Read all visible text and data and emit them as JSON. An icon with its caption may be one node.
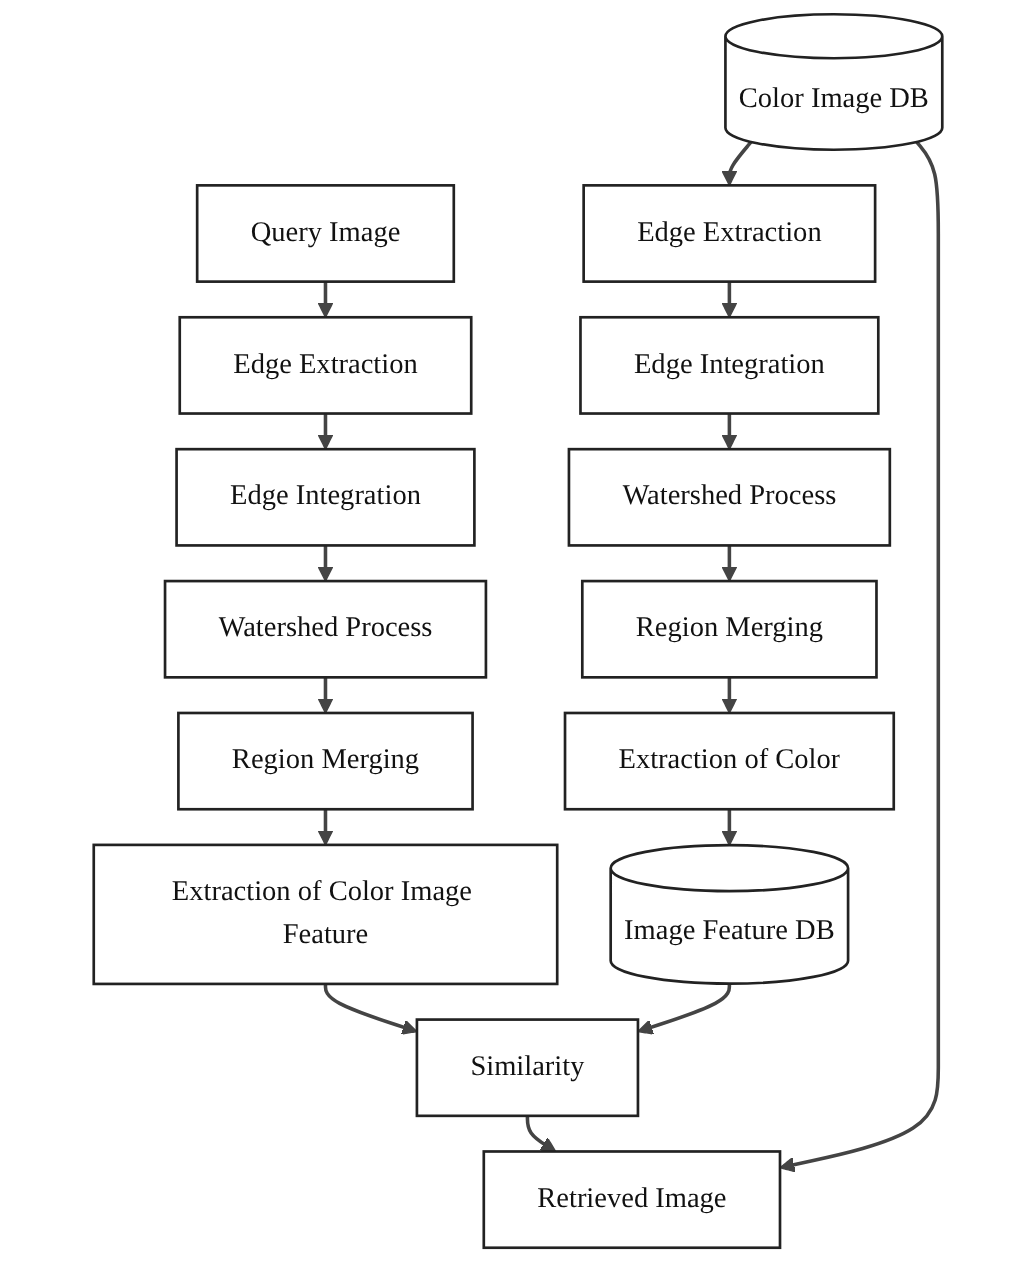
{
  "diagram": {
    "nodes": [
      {
        "text": [
          "Color Image DB"
        ]
      },
      {
        "text": [
          "Edge Extraction"
        ]
      },
      {
        "text": [
          "Edge Integration"
        ]
      },
      {
        "text": [
          "Watershed Process"
        ]
      },
      {
        "text": [
          "Region Merging"
        ]
      },
      {
        "text": [
          "Extraction of Color"
        ]
      },
      {
        "text": [
          "Image Feature DB"
        ]
      },
      {
        "text": [
          "Query Image"
        ]
      },
      {
        "text": [
          "Edge Extraction"
        ]
      },
      {
        "text": [
          "Edge Integration"
        ]
      },
      {
        "text": [
          "Watershed Process"
        ]
      },
      {
        "text": [
          "Region Merging"
        ]
      },
      {
        "text": [
          "Extraction of Color Image Feature"
        ]
      },
      {
        "text": [
          "Similarity"
        ]
      },
      {
        "text": [
          "Retrieved Image"
        ]
      }
    ],
    "edges": [
      {
        "from": 0,
        "to": 1,
        "arrow": "to"
      },
      {
        "from": 1,
        "to": 2,
        "arrow": "to"
      },
      {
        "from": 2,
        "to": 3,
        "arrow": "to"
      },
      {
        "from": 3,
        "to": 4,
        "arrow": "to"
      },
      {
        "from": 4,
        "to": 5,
        "arrow": "to"
      },
      {
        "from": 5,
        "to": 6,
        "arrow": "to"
      },
      {
        "from": 7,
        "to": 8,
        "arrow": "to"
      },
      {
        "from": 8,
        "to": 9,
        "arrow": "to"
      },
      {
        "from": 9,
        "to": 10,
        "arrow": "to"
      },
      {
        "from": 10,
        "to": 11,
        "arrow": "to"
      },
      {
        "from": 11,
        "to": 12,
        "arrow": "to"
      },
      {
        "from": 12,
        "to": 13,
        "arrow": "to"
      },
      {
        "from": 13,
        "to": 14,
        "arrow": "to"
      },
      {
        "from": 6,
        "to": 13,
        "arrow": "to"
      },
      {
        "from": 0,
        "to": 14,
        "arrow": "to"
      }
    ]
  }
}
